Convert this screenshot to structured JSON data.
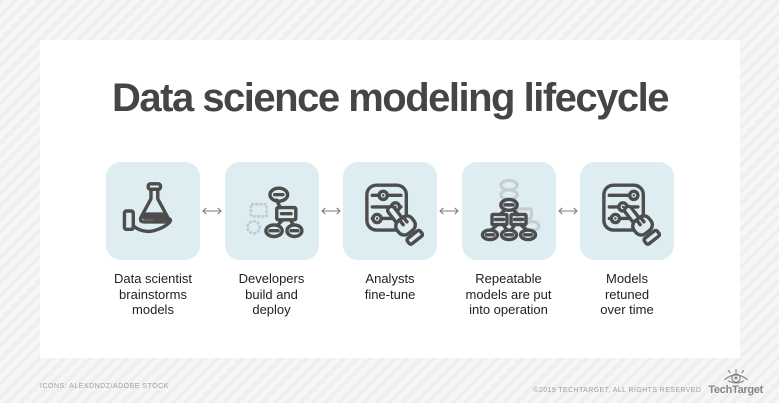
{
  "title": "Data science modeling lifecycle",
  "steps": [
    {
      "icon": "hand-flask-icon",
      "lines": [
        "Data scientist",
        "brainstorms",
        "models"
      ]
    },
    {
      "icon": "flowchart-build-icon",
      "lines": [
        "Developers",
        "build and",
        "deploy"
      ]
    },
    {
      "icon": "sliders-hand-icon",
      "lines": [
        "Analysts",
        "fine-tune"
      ]
    },
    {
      "icon": "hierarchy-repeat-icon",
      "lines": [
        "Repeatable",
        "models are put",
        "into operation"
      ]
    },
    {
      "icon": "sliders-hand-retune-icon",
      "lines": [
        "Models",
        "retuned",
        "over time"
      ]
    }
  ],
  "connector": "double-headed-arrow",
  "footer": {
    "credit": "ICONS: ALEXDNDZ/ADOBE STOCK",
    "copyright": "©2019 TECHTARGET, ALL RIGHTS RESERVED",
    "brand": "TechTarget"
  },
  "colors": {
    "tile": "#ddedf2",
    "icon_stroke": "#4d4d4d",
    "ghost_stroke": "#c3ced3",
    "title_text": "#454545",
    "caption_text": "#222222",
    "card": "#ffffff",
    "background": "#efefef",
    "footer_text": "#9aa0a4"
  }
}
